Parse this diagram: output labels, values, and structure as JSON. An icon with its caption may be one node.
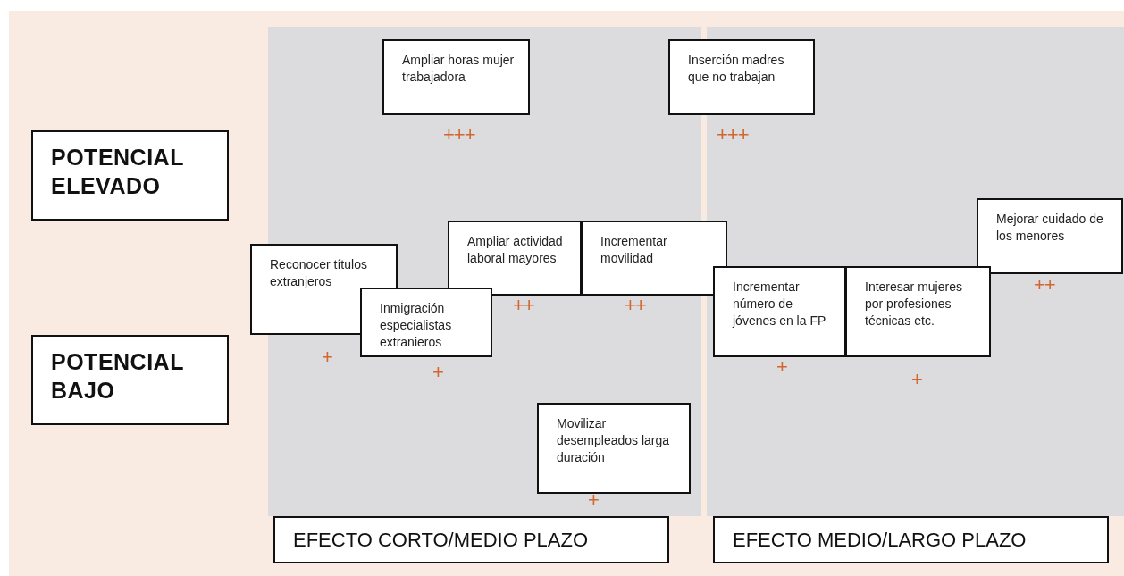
{
  "diagram": {
    "nodes": [
      {
        "text": [
          "Ampliar horas mujer trabajadora"
        ],
        "beside": [
          "+++"
        ]
      },
      {
        "text": [
          "Inserción madres que no trabajan"
        ],
        "beside": [
          "+++"
        ]
      },
      {
        "text": [
          "POTENCIAL ELEVADO"
        ]
      },
      {
        "text": [
          "Mejorar cuidado de los menores"
        ],
        "beside": [
          "++"
        ]
      },
      {
        "text": [
          "Ampliar actividad laboral mayores"
        ],
        "beside": [
          "++"
        ]
      },
      {
        "text": [
          "Incrementar movilidad"
        ],
        "beside": [
          "++"
        ]
      },
      {
        "text": [
          "Reconocer títulos extranjeros"
        ],
        "beside": [
          "+"
        ]
      },
      {
        "text": [
          "Incrementar número de jóvenes en la FP"
        ],
        "beside": [
          "+"
        ]
      },
      {
        "text": [
          "Interesar mujeres por profesiones técnicas etc."
        ],
        "beside": [
          "+"
        ]
      },
      {
        "text": [
          "Inmigración especialistas extranieros"
        ],
        "beside": [
          "+"
        ]
      },
      {
        "text": [
          "POTENCIAL BAJO"
        ]
      },
      {
        "text": [
          "Movilizar desempleados larga duración"
        ],
        "beside": [
          "+"
        ]
      },
      {
        "text": [
          "EFECTO CORTO/MEDIO PLAZO"
        ]
      },
      {
        "text": [
          "EFECTO MEDIO/LARGO PLAZO"
        ]
      }
    ],
    "edges": []
  }
}
